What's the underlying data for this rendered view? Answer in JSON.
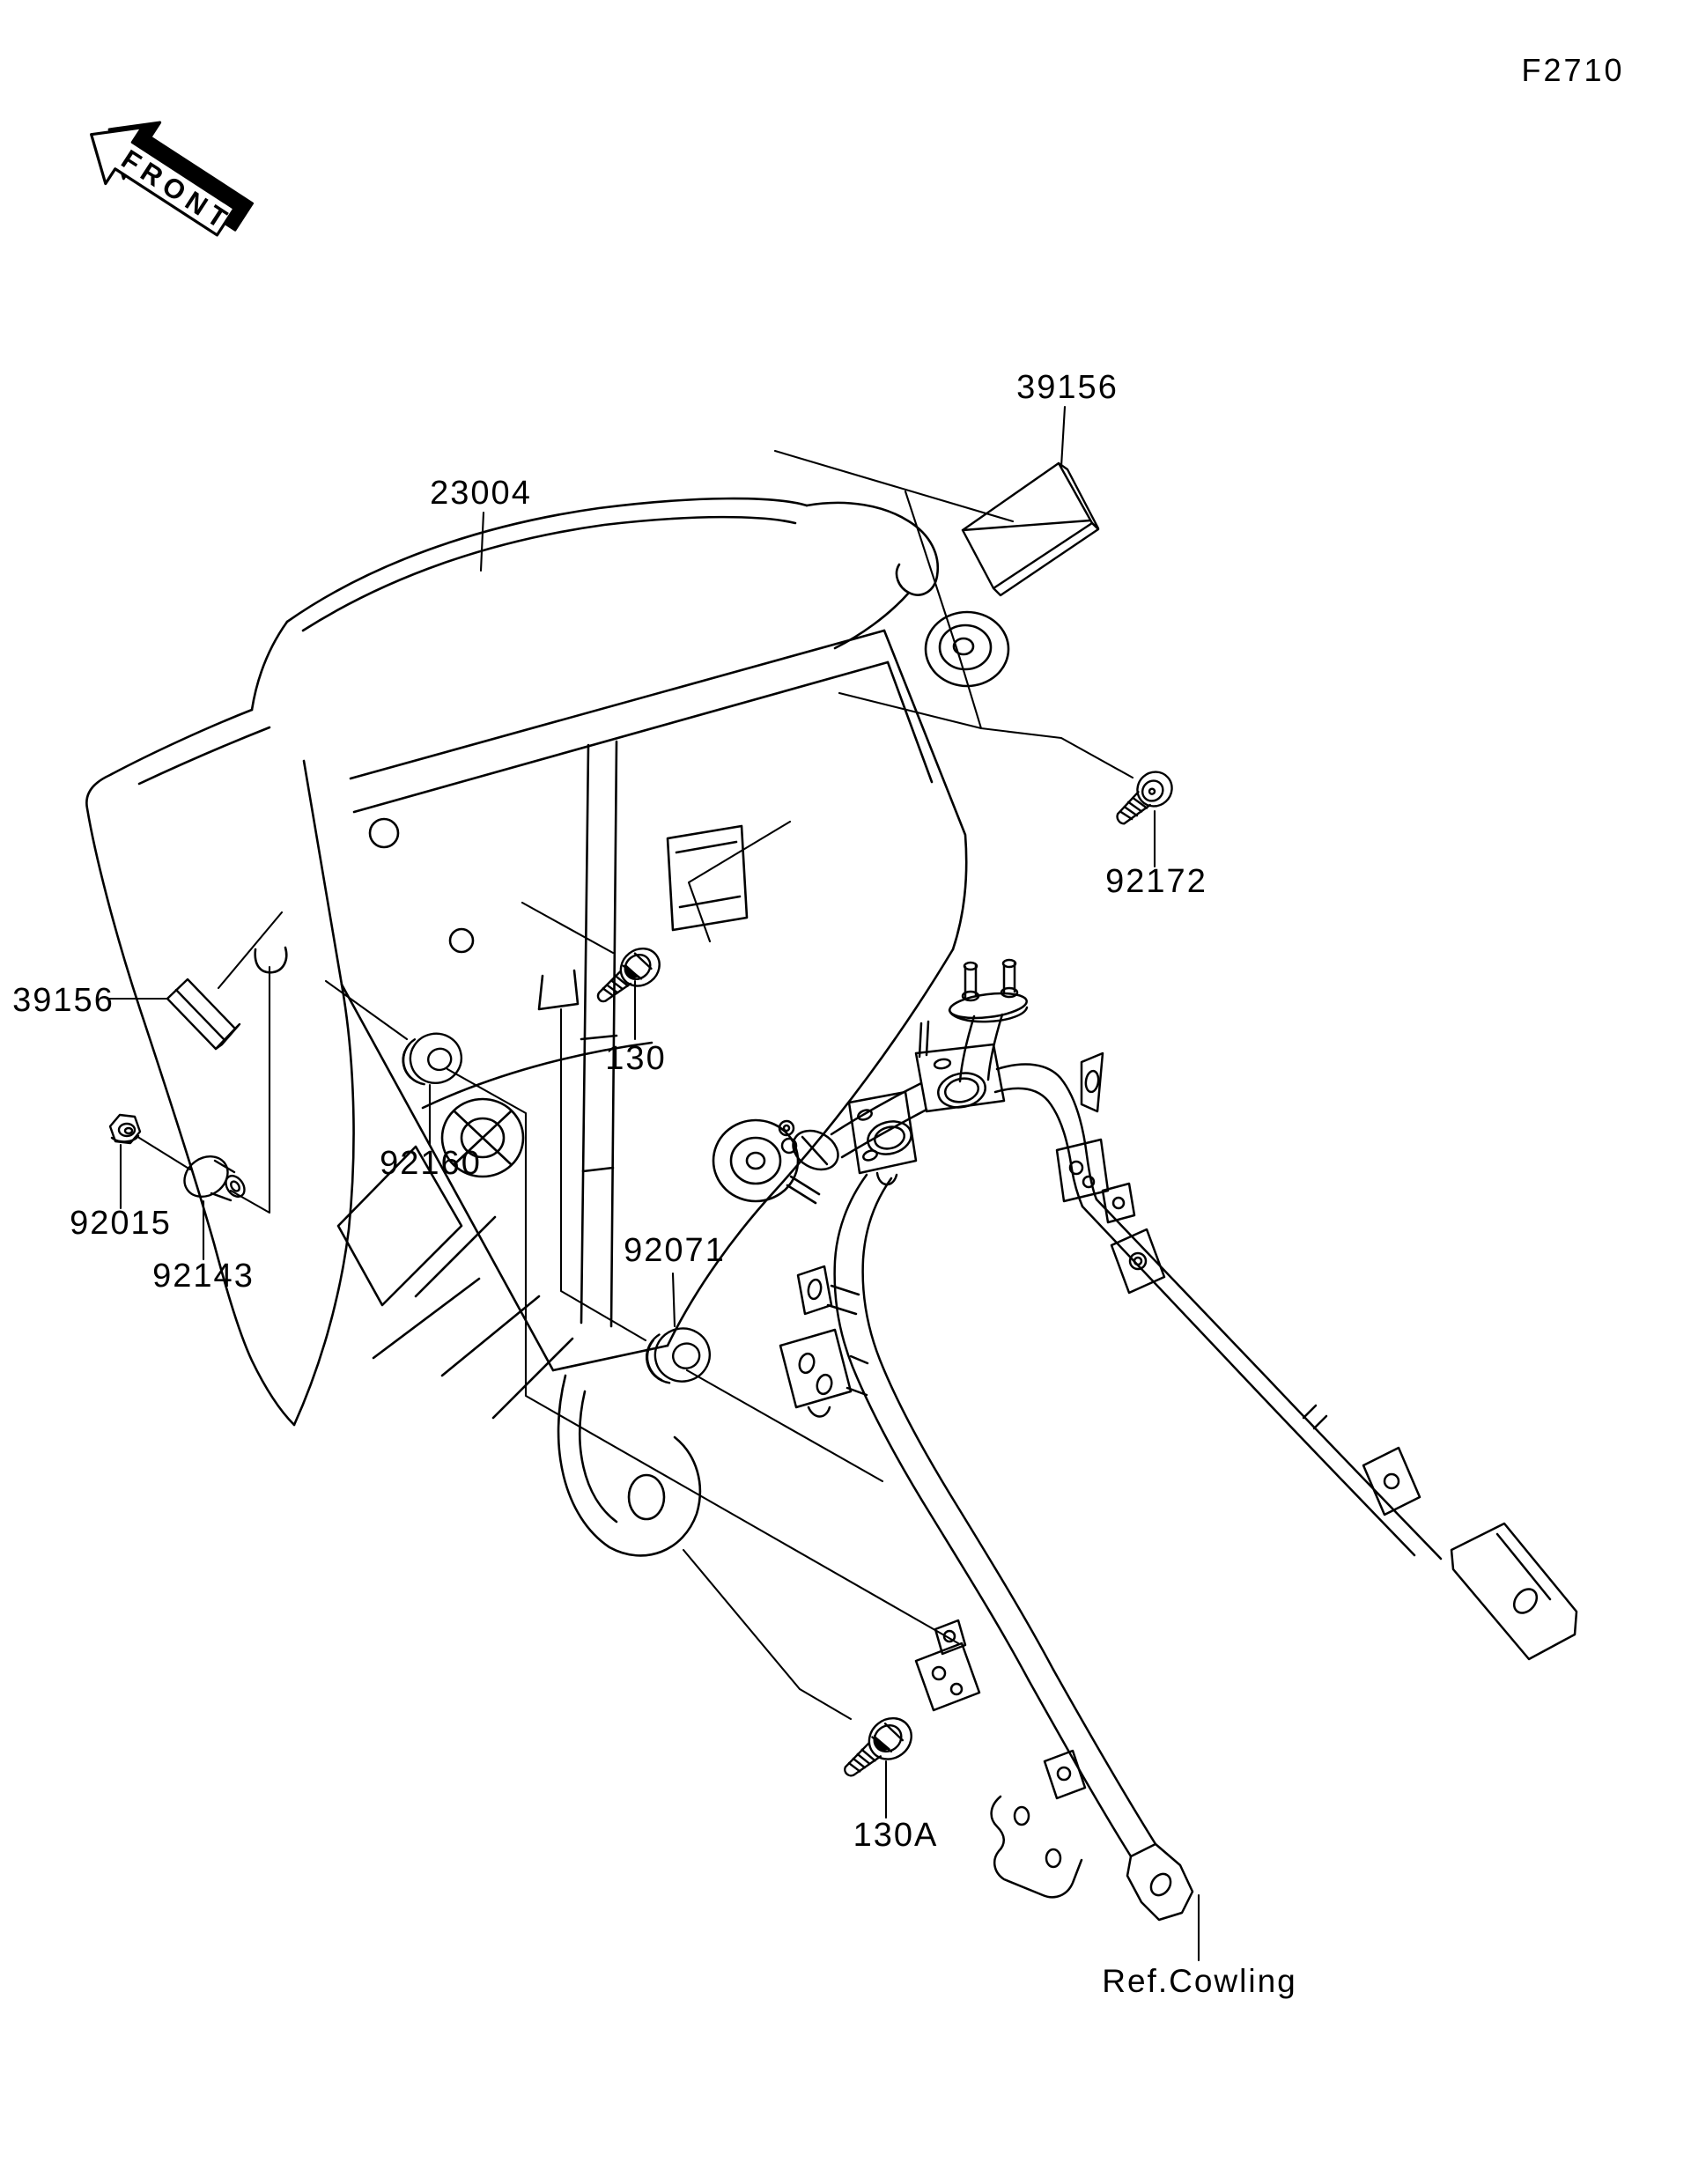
{
  "page": {
    "code": "F2710"
  },
  "orientation": {
    "front_marker": "FRONT"
  },
  "reference": {
    "cowling": "Ref.Cowling"
  },
  "parts": [
    {
      "part_no": "23004"
    },
    {
      "part_no": "39156"
    },
    {
      "part_no": "92172"
    },
    {
      "part_no": "130"
    },
    {
      "part_no": "39156"
    },
    {
      "part_no": "92015"
    },
    {
      "part_no": "92143"
    },
    {
      "part_no": "92160"
    },
    {
      "part_no": "92071"
    },
    {
      "part_no": "130A"
    }
  ],
  "colors": {
    "line": "#000000",
    "background": "#ffffff"
  }
}
